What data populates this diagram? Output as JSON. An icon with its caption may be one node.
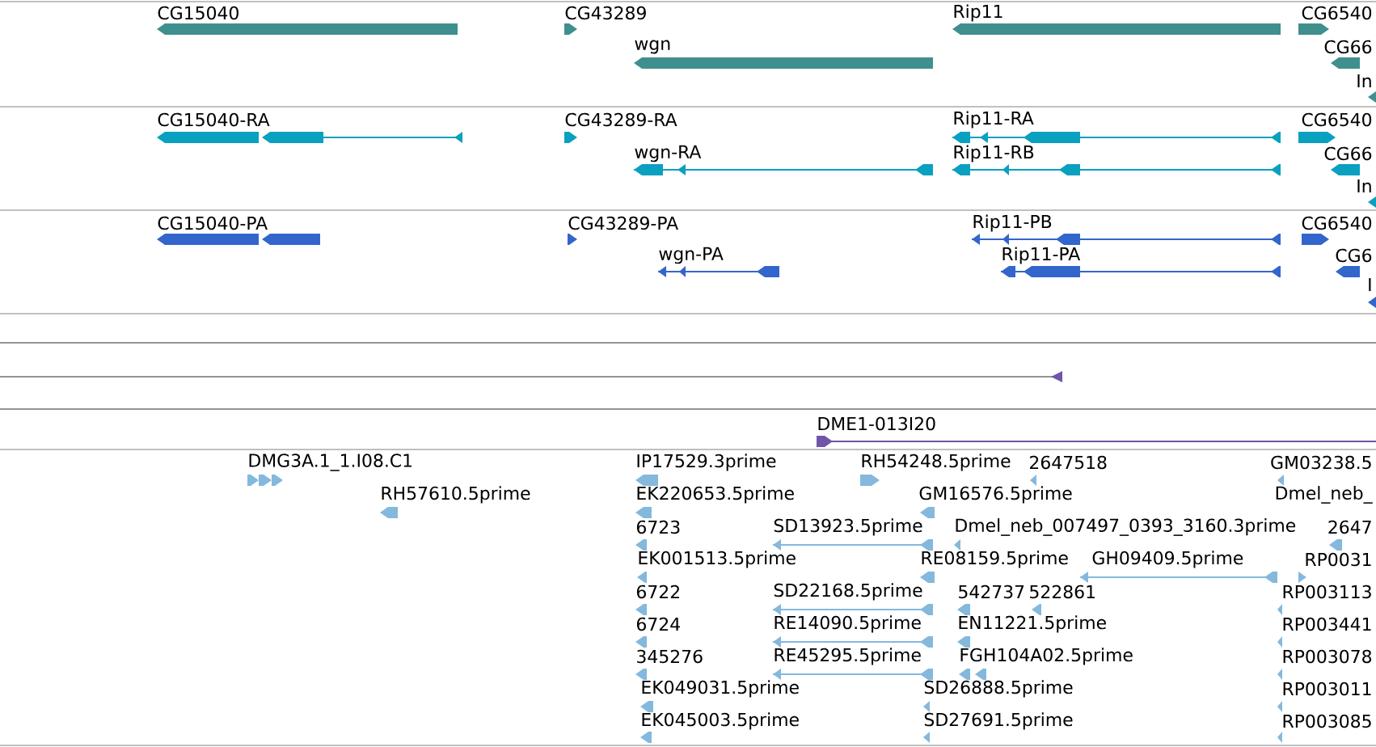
{
  "diagram": {
    "labels": [
      "CG15040",
      "CG43289",
      "Rip11",
      "CG6540",
      "wgn",
      "CG66",
      "In",
      "CG15040-RA",
      "CG43289-RA",
      "Rip11-RA",
      "CG6540",
      "wgn-RA",
      "Rip11-RB",
      "CG66",
      "In",
      "CG15040-PA",
      "CG43289-PA",
      "Rip11-PB",
      "CG6540",
      "wgn-PA",
      "Rip11-PA",
      "CG6",
      "I",
      "DME1-013I20",
      "DMG3A.1_1.I08.C1",
      "IP17529.3prime",
      "RH54248.5prime",
      "2647518",
      "GM03238.5",
      "RH57610.5prime",
      "EK220653.5prime",
      "GM16576.5prime",
      "Dmel_neb_",
      "6723",
      "SD13923.5prime",
      "Dmel_neb_007497_0393_3160.3prime",
      "2647",
      "EK001513.5prime",
      "RE08159.5prime",
      "GH09409.5prime",
      "RP0031",
      "6722",
      "SD22168.5prime",
      "542737",
      "522861",
      "RP003113",
      "6724",
      "RE14090.5prime",
      "EN11221.5prime",
      "RP003441",
      "345276",
      "RE45295.5prime",
      "FGH104A02.5prime",
      "RP003078",
      "EK049031.5prime",
      "SD26888.5prime",
      "RP003011",
      "EK045003.5prime",
      "SD27691.5prime",
      "RP003085"
    ]
  }
}
